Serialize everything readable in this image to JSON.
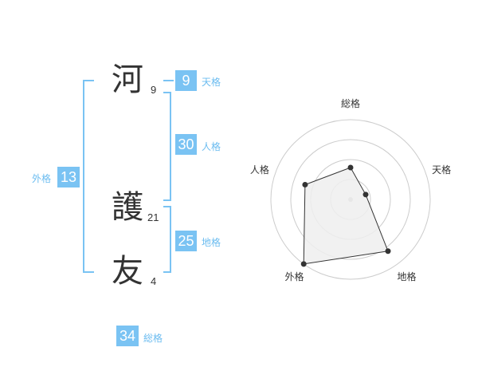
{
  "name": {
    "chars": [
      {
        "kanji": "河",
        "strokes": "9"
      },
      {
        "kanji": "護",
        "strokes": "21"
      },
      {
        "kanji": "友",
        "strokes": "4"
      }
    ]
  },
  "kakusu": {
    "tenkaku": {
      "value": "9",
      "label": "天格"
    },
    "jinkaku": {
      "value": "30",
      "label": "人格"
    },
    "chikaku": {
      "value": "25",
      "label": "地格"
    },
    "gaikaku": {
      "value": "13",
      "label": "外格"
    },
    "soukaku": {
      "value": "34",
      "label": "総格"
    }
  },
  "chart_data": {
    "type": "radar",
    "categories": [
      "総格",
      "天格",
      "地格",
      "外格",
      "人格"
    ],
    "values": [
      2,
      1,
      4,
      5,
      3
    ],
    "range": [
      0,
      5
    ],
    "rings": 4,
    "colors": {
      "fill": "#eeeeee",
      "stroke": "#333333",
      "point": "#333333",
      "grid": "#cccccc",
      "center": "#bbbbbb"
    }
  }
}
